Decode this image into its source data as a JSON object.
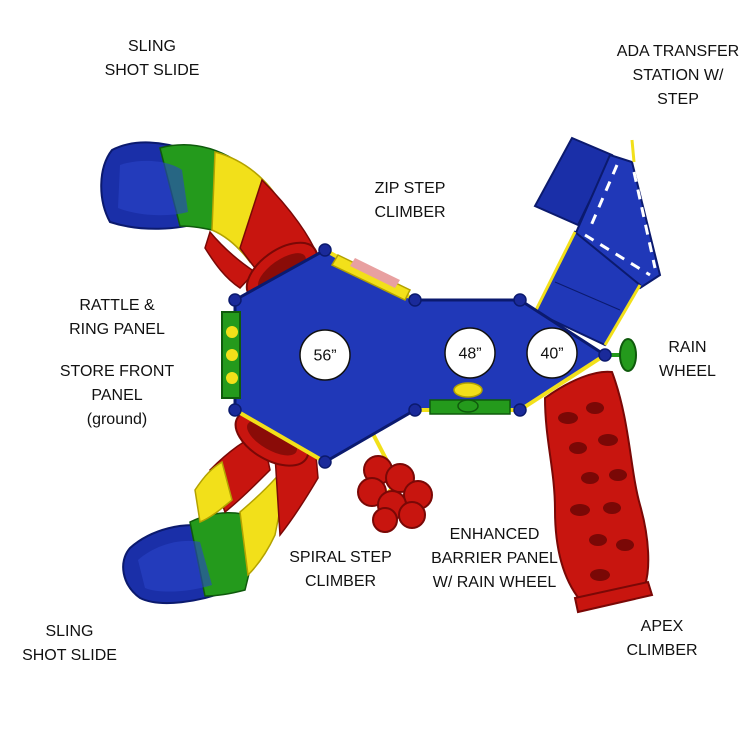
{
  "colors": {
    "deck": "#2038b8",
    "deck_edge": "#0b1a6e",
    "red": "#c8150f",
    "dark_red": "#7a0806",
    "yellow": "#f2e01a",
    "green": "#249a1c",
    "blue_slide": "#1a2fa8",
    "post_cap": "#1a2a9a",
    "white": "#ffffff"
  },
  "deck_heights": [
    "56”",
    "48”",
    "40”"
  ],
  "labels": {
    "sling_shot_top": [
      "SLING",
      "SHOT SLIDE"
    ],
    "ada_transfer": [
      "ADA TRANSFER",
      "STATION W/",
      "STEP"
    ],
    "zip_step": [
      "ZIP STEP",
      "CLIMBER"
    ],
    "rattle_ring": [
      "RATTLE &",
      "RING PANEL"
    ],
    "store_front": [
      "STORE FRONT",
      "PANEL",
      "(ground)"
    ],
    "rain_wheel": [
      "RAIN",
      "WHEEL"
    ],
    "spiral_step": [
      "SPIRAL STEP",
      "CLIMBER"
    ],
    "enhanced_barrier": [
      "ENHANCED",
      "BARRIER PANEL",
      "W/ RAIN WHEEL"
    ],
    "sling_shot_bottom": [
      "SLING",
      "SHOT SLIDE"
    ],
    "apex_climber": [
      "APEX",
      "CLIMBER"
    ]
  }
}
